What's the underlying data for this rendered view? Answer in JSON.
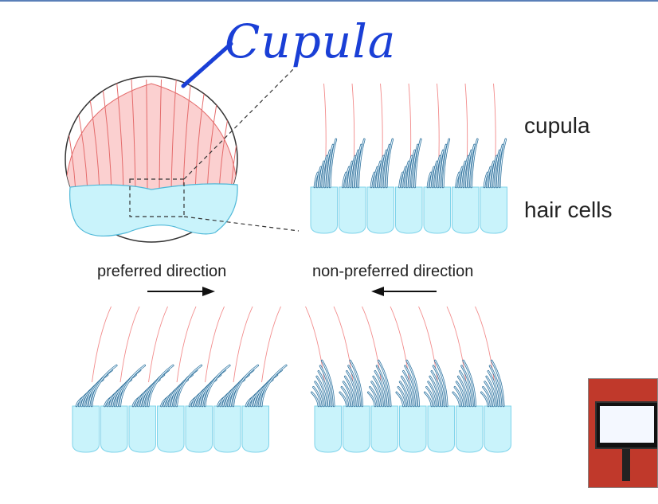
{
  "labels": {
    "handwritten": "Cupula",
    "cupula": "cupula",
    "hair_cells": "hair cells",
    "preferred": "preferred direction",
    "non_preferred": "non-preferred direction"
  },
  "colors": {
    "cupula_fill": "#fbd0d0",
    "cupula_line": "#e46b6b",
    "hair_cell_fill": "#c9f3fb",
    "hair_cell_stroke": "#7fd3ea",
    "stereocilia": "#2d6f9a",
    "handwriting": "#1a3fd6",
    "arrow": "#111111"
  },
  "icons": {
    "preferred_arrow": "arrow-right-icon",
    "non_preferred_arrow": "arrow-left-icon"
  }
}
